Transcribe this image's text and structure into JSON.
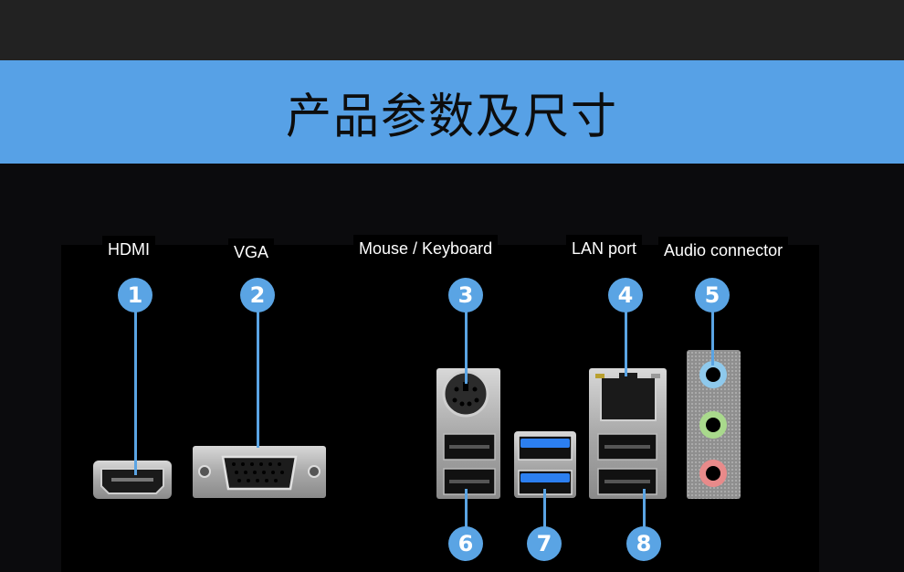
{
  "header": {
    "title": "产品参数及尺寸"
  },
  "colors": {
    "banner": "#57a1e6",
    "badge": "#5aa4e4",
    "topbar": "#222222"
  },
  "ports": [
    {
      "number": "1",
      "label": "HDMI"
    },
    {
      "number": "2",
      "label": "VGA"
    },
    {
      "number": "3",
      "label": "Mouse / Keyboard"
    },
    {
      "number": "4",
      "label": "LAN port"
    },
    {
      "number": "5",
      "label": "Audio connector"
    },
    {
      "number": "6",
      "label": ""
    },
    {
      "number": "7",
      "label": ""
    },
    {
      "number": "8",
      "label": ""
    }
  ]
}
